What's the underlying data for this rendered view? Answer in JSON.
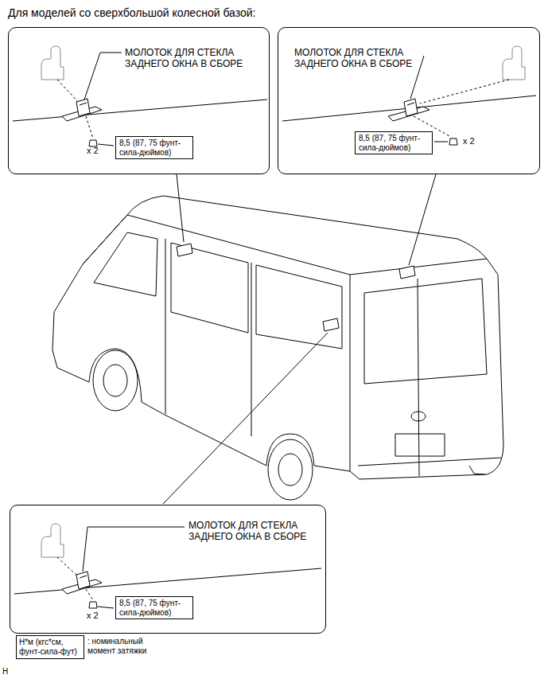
{
  "diagram": {
    "title": "Для моделей со сверхбольшой колесной базой:",
    "nodes": [
      {
        "text": [
          "МОЛОТОК ДЛЯ СТЕКЛА ЗАДНЕГО ОКНА В СБОРЕ"
        ]
      },
      {
        "text": [
          "8,5 (87, 75 фунт-сила-дюймов)"
        ],
        "in": 0
      },
      {
        "text": [
          "МОЛОТОК ДЛЯ СТЕКЛА ЗАДНЕГО ОКНА В СБОРЕ"
        ]
      },
      {
        "text": [
          "8,5 (87, 75 фунт-сила-дюймов)"
        ],
        "in": 2
      },
      {
        "text": [
          "МОЛОТОК ДЛЯ СТЕКЛА ЗАДНЕГО ОКНА В СБОРЕ"
        ]
      },
      {
        "text": [
          "8,5 (87, 75 фунт-сила-дюймов)"
        ],
        "in": 4
      },
      {
        "text": [
          "Н*м (кгс*см, фунт-сила-фут)"
        ]
      }
    ],
    "labels": [
      "x 2",
      "x 2",
      "x 2",
      ": номинальный момент затяжки",
      "H"
    ]
  }
}
